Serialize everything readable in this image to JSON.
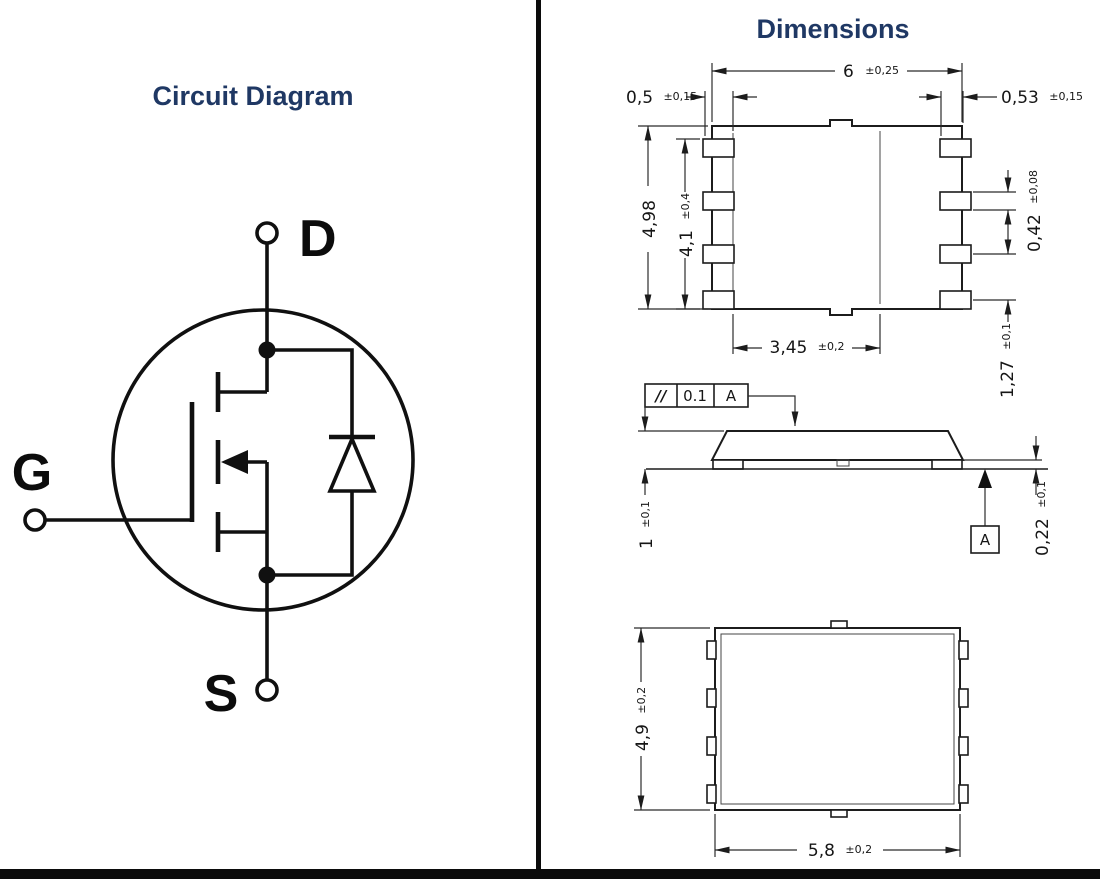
{
  "left_panel": {
    "title": "Circuit Diagram",
    "terminals": {
      "drain": "D",
      "gate": "G",
      "source": "S"
    }
  },
  "right_panel": {
    "title": "Dimensions",
    "top_view": {
      "body_width": "6",
      "body_width_tol": "±0,25",
      "lead_left_len": "0,5",
      "lead_left_len_tol": "±0,15",
      "lead_right_len": "0,53",
      "lead_right_len_tol": "±0,15",
      "body_height": "4,98",
      "lead_span": "4,1",
      "lead_span_tol": "±0,4",
      "lead_width": "0,42",
      "lead_width_tol": "±0,08",
      "lead_pitch": "1,27",
      "lead_pitch_tol": "±0,1",
      "pad_width": "3,45",
      "pad_width_tol": "±0,2"
    },
    "side_view": {
      "parallelism_symbol": "//",
      "parallelism_value": "0.1",
      "parallelism_datum": "A",
      "height": "1",
      "height_tol": "±0,1",
      "standoff": "0,22",
      "standoff_tol": "±0,1",
      "datum_label": "A"
    },
    "bottom_view": {
      "body_height": "4,9",
      "body_height_tol": "±0,2",
      "body_width": "5,8",
      "body_width_tol": "±0,2"
    }
  }
}
